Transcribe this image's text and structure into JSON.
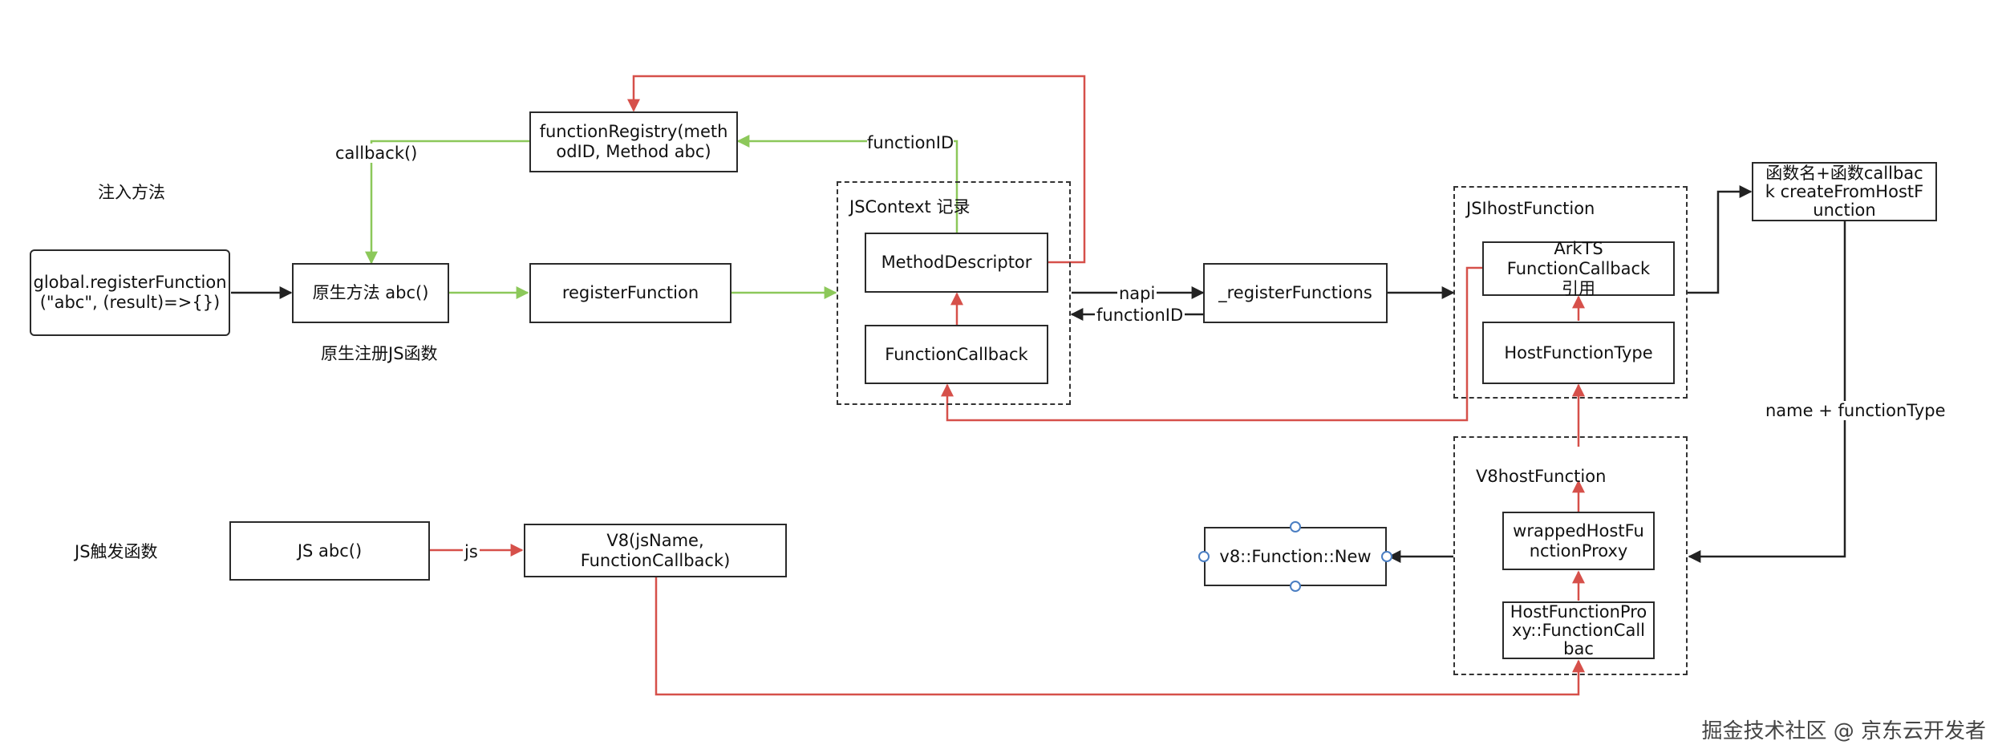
{
  "colors": {
    "black": "#222222",
    "green": "#8cc85a",
    "red": "#d6504a",
    "handle": "#4a7ec2"
  },
  "sections": {
    "inject_method": "注入方法",
    "native_register": "原生注册JS函数",
    "js_trigger": "JS触发函数"
  },
  "nodes": {
    "global_register": "global.registerFunction (\"abc\", (result)=>{})",
    "native_method": "原生方法 abc()",
    "register_function": "registerFunction",
    "function_registry": "functionRegistry(methodID, Method abc)",
    "method_descriptor": "MethodDescriptor",
    "function_callback": "FunctionCallback",
    "register_functions": "_registerFunctions",
    "arkts_callback": "ArkTS FunctionCallback 引用",
    "host_function_type": "HostFunctionType",
    "create_from_host": "函数名+函数callback createFromHostFunction",
    "js_abc": "JS abc()",
    "v8_jsname": "V8(jsName, FunctionCallback)",
    "v8_function_new": "v8::Function::New",
    "wrapped_proxy": "wrappedHostFunctionProxy",
    "proxy_callback": "HostFunctionProxy::FunctionCallbac"
  },
  "groups": {
    "jscontext": "JSContext 记录",
    "jsi_host": "JSIhostFunction",
    "v8_host": "V8hostFunction"
  },
  "edge_labels": {
    "callback": "callback()",
    "function_id_top": "functionID",
    "napi": "napi",
    "function_id_back": "functionID",
    "name_type": "name + functionType",
    "js": "js"
  },
  "watermark": "掘金技术社区 @ 京东云开发者"
}
